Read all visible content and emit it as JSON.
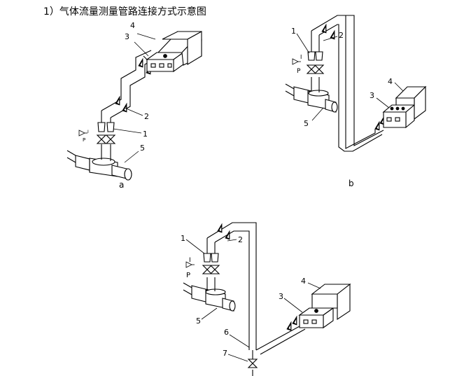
{
  "title": "1）气体流量测量管路连接方式示意图",
  "diagrams": {
    "a": {
      "caption": "a",
      "labels": {
        "n1": "1",
        "n2": "2",
        "n3": "3",
        "n4": "4",
        "n5": "5",
        "p": "P",
        "i": "I"
      }
    },
    "b": {
      "caption": "b",
      "labels": {
        "n1": "1",
        "n2": "2",
        "n3": "3",
        "n4": "4",
        "n5": "5",
        "p": "P",
        "i": "I"
      }
    },
    "c": {
      "labels": {
        "n1": "1",
        "n2": "2",
        "n3": "3",
        "n4": "4",
        "n5": "5",
        "n6": "6",
        "n7": "7",
        "p": "P",
        "i": "I"
      }
    }
  }
}
